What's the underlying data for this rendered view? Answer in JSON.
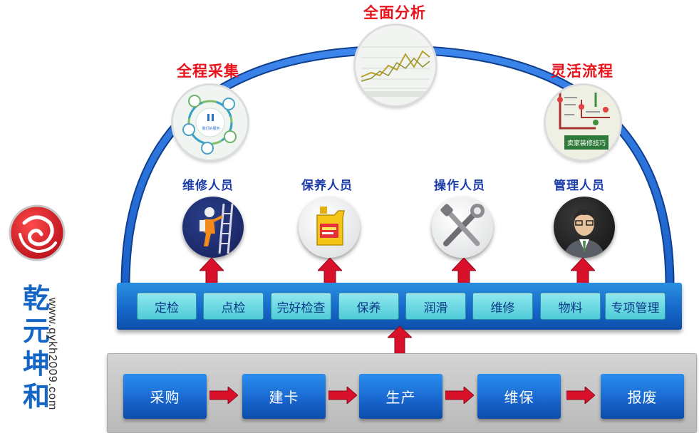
{
  "titles": {
    "analysis": "全面分析",
    "collect": "全程采集",
    "flow": "灵活流程"
  },
  "roles": [
    {
      "label": "维修人员"
    },
    {
      "label": "保养人员"
    },
    {
      "label": "操作人员"
    },
    {
      "label": "管理人员"
    }
  ],
  "tasks": [
    "定检",
    "点检",
    "完好检查",
    "保养",
    "润滑",
    "维修",
    "物料",
    "专项管理"
  ],
  "steps": [
    "采购",
    "建卡",
    "生产",
    "维保",
    "报废"
  ],
  "brand": {
    "name": "乾元坤和",
    "url": "www.qykh2009.com"
  },
  "thumbnails": {
    "collect_center_text": "我们的服务",
    "flow_banner_text": "卖家装修技巧"
  },
  "colors": {
    "title_red": "#e8141c",
    "role_blue": "#1a3aa8",
    "band_blue": "#1565c8",
    "task_cyan": "#4fcbd8",
    "arrow_red": "#d8102a"
  }
}
